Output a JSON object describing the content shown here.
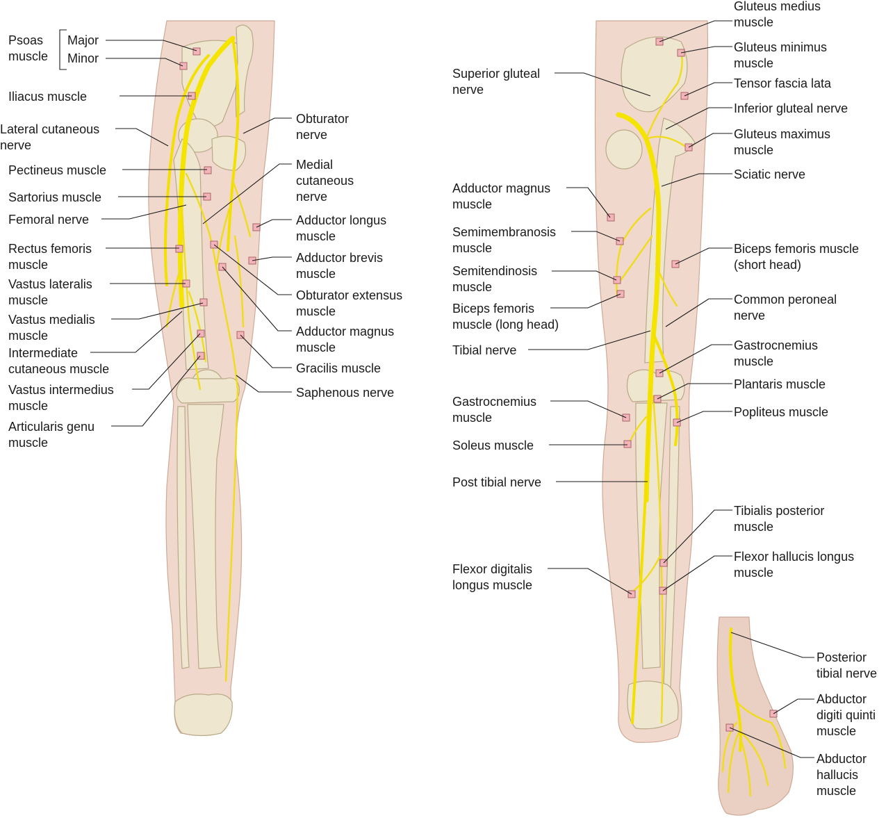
{
  "labels": {
    "psoas": "Psoas\nmuscle",
    "major": "Major",
    "minor": "Minor",
    "iliacus": "Iliacus muscle",
    "lateral_cutaneous": "Lateral cutaneous\nnerve",
    "pectineus": "Pectineus muscle",
    "sartorius": "Sartorius muscle",
    "femoral_nerve": "Femoral nerve",
    "rectus_femoris": "Rectus femoris\nmuscle",
    "vastus_lateralis": "Vastus lateralis\nmuscle",
    "vastus_medialis": "Vastus medialis\nmuscle",
    "intermediate_cutaneous": "Intermediate\ncutaneous muscle",
    "vastus_intermedius": "Vastus intermedius\nmuscle",
    "articularis_genu": "Articularis genu\nmuscle",
    "obturator_nerve": "Obturator\nnerve",
    "medial_cutaneous": "Medial\ncutaneous\nnerve",
    "adductor_longus": "Adductor longus\nmuscle",
    "adductor_brevis": "Adductor brevis\nmuscle",
    "obturator_extensus": "Obturator extensus\nmuscle",
    "adductor_magnus_front": "Adductor magnus\nmuscle",
    "gracilis": "Gracilis muscle",
    "saphenous": "Saphenous nerve",
    "superior_gluteal": "Superior gluteal\nnerve",
    "adductor_magnus_back": "Adductor magnus\nmuscle",
    "semimembranosis": "Semimembranosis\nmuscle",
    "semitendinosis": "Semitendinosis\nmuscle",
    "biceps_long": "Biceps femoris\nmuscle (long head)",
    "tibial_nerve": "Tibial nerve",
    "gastrocnemius_left": "Gastrocnemius\nmuscle",
    "soleus": "Soleus muscle",
    "post_tibial": "Post tibial nerve",
    "flexor_digitalis": "Flexor digitalis\nlongus muscle",
    "gluteus_medius": "Gluteus medius\nmuscle",
    "gluteus_minimus": "Gluteus minimus\nmuscle",
    "tensor_fascia": "Tensor fascia lata",
    "inferior_gluteal": "Inferior gluteal nerve",
    "gluteus_maximus": "Gluteus maximus\nmuscle",
    "sciatic": "Sciatic nerve",
    "biceps_short": "Biceps femoris muscle\n(short head)",
    "common_peroneal": "Common peroneal\nnerve",
    "gastrocnemius_right": "Gastrocnemius\nmuscle",
    "plantaris": "Plantaris muscle",
    "popliteus": "Popliteus muscle",
    "tibialis_posterior": "Tibialis posterior\nmuscle",
    "flexor_hallucis": "Flexor hallucis longus\nmuscle",
    "posterior_tibial": "Posterior\ntibial nerve",
    "abductor_digiti": "Abductor\ndigiti quinti\nmuscle",
    "abductor_hallucis": "Abductor\nhallucis\nmuscle"
  },
  "colors": {
    "skin": "#f1d8cc",
    "bone": "#efe6d0",
    "nerve": "#f5e400",
    "marker": "#f2b4b8"
  }
}
